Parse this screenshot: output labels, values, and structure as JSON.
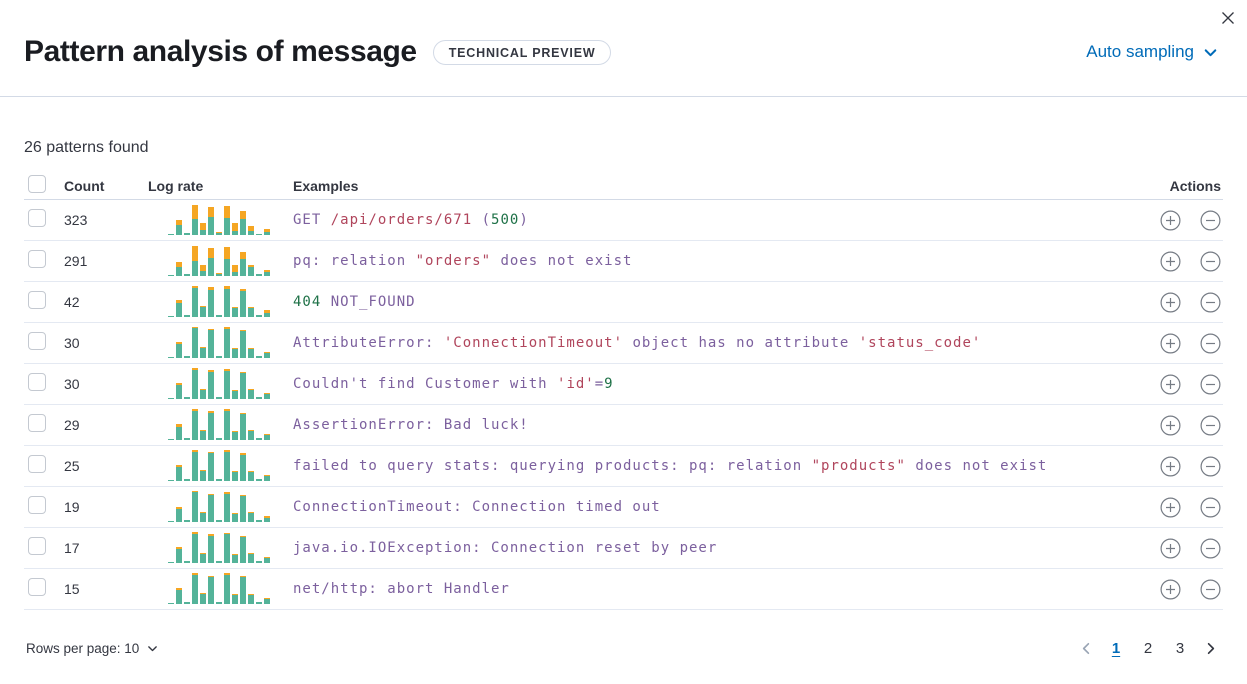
{
  "header": {
    "title": "Pattern analysis of message",
    "badge": "TECHNICAL PREVIEW",
    "sampling_label": "Auto sampling"
  },
  "summary": "26 patterns found",
  "icons": {
    "close-icon": "✕",
    "chevron-down-icon": "⌄",
    "plus-in-circle-icon": "+",
    "minus-in-circle-icon": "−",
    "previous-page-icon": "‹",
    "next-page-icon": "›"
  },
  "colors": {
    "sparkline_teal": "#54B399",
    "sparkline_orange": "#F5A623",
    "code_purple": "#7C609E",
    "code_red": "#B0455C",
    "code_green": "#1E7147",
    "link_blue": "#006BB8",
    "divider": "#D3DAE6"
  },
  "table": {
    "columns": {
      "count": "Count",
      "log_rate": "Log rate",
      "examples": "Examples",
      "actions": "Actions"
    },
    "rows": [
      {
        "count": "323",
        "tokens": [
          {
            "t": "GET ",
            "c": "p"
          },
          {
            "t": "/api/orders/671",
            "c": "r"
          },
          {
            "t": " (",
            "c": "p"
          },
          {
            "t": "500",
            "c": "g"
          },
          {
            "t": ")",
            "c": "p"
          }
        ],
        "bars": [
          [
            0.04,
            0
          ],
          [
            0.3,
            0.16
          ],
          [
            0.05,
            0
          ],
          [
            0.5,
            0.45
          ],
          [
            0.15,
            0.22
          ],
          [
            0.55,
            0.33
          ],
          [
            0.06,
            0.04
          ],
          [
            0.52,
            0.4
          ],
          [
            0.12,
            0.26
          ],
          [
            0.5,
            0.26
          ],
          [
            0.13,
            0.16
          ],
          [
            0.04,
            0
          ],
          [
            0.1,
            0.1
          ]
        ]
      },
      {
        "count": "291",
        "tokens": [
          {
            "t": "pq: relation ",
            "c": "p"
          },
          {
            "t": "\"orders\"",
            "c": "r"
          },
          {
            "t": " does not exist",
            "c": "p"
          }
        ],
        "bars": [
          [
            0.04,
            0
          ],
          [
            0.27,
            0.18
          ],
          [
            0.05,
            0
          ],
          [
            0.48,
            0.46
          ],
          [
            0.17,
            0.18
          ],
          [
            0.57,
            0.3
          ],
          [
            0.06,
            0.03
          ],
          [
            0.54,
            0.36
          ],
          [
            0.11,
            0.24
          ],
          [
            0.52,
            0.24
          ],
          [
            0.28,
            0.06
          ],
          [
            0.05,
            0
          ],
          [
            0.12,
            0.08
          ]
        ]
      },
      {
        "count": "42",
        "tokens": [
          {
            "t": "404",
            "c": "g"
          },
          {
            "t": " NOT_FOUND",
            "c": "p"
          }
        ],
        "bars": [
          [
            0.04,
            0
          ],
          [
            0.44,
            0.09
          ],
          [
            0.05,
            0
          ],
          [
            0.9,
            0.08
          ],
          [
            0.3,
            0.04
          ],
          [
            0.85,
            0.09
          ],
          [
            0.06,
            0
          ],
          [
            0.88,
            0.1
          ],
          [
            0.27,
            0.04
          ],
          [
            0.82,
            0.07
          ],
          [
            0.28,
            0.04
          ],
          [
            0.05,
            0
          ],
          [
            0.14,
            0.07
          ]
        ]
      },
      {
        "count": "30",
        "tokens": [
          {
            "t": "AttributeError: ",
            "c": "p"
          },
          {
            "t": "'ConnectionTimeout'",
            "c": "r"
          },
          {
            "t": " object has no attribute ",
            "c": "p"
          },
          {
            "t": "'status_code'",
            "c": "r"
          }
        ],
        "bars": [
          [
            0.04,
            0
          ],
          [
            0.45,
            0.04
          ],
          [
            0.05,
            0
          ],
          [
            0.93,
            0.03
          ],
          [
            0.3,
            0.02
          ],
          [
            0.86,
            0.04
          ],
          [
            0.06,
            0
          ],
          [
            0.92,
            0.04
          ],
          [
            0.27,
            0.02
          ],
          [
            0.83,
            0.03
          ],
          [
            0.29,
            0.02
          ],
          [
            0.05,
            0
          ],
          [
            0.15,
            0.03
          ]
        ]
      },
      {
        "count": "30",
        "tokens": [
          {
            "t": "Couldn't find Customer with ",
            "c": "p"
          },
          {
            "t": "'id'",
            "c": "r"
          },
          {
            "t": "=",
            "c": "p"
          },
          {
            "t": "9",
            "c": "g"
          }
        ],
        "bars": [
          [
            0.04,
            0
          ],
          [
            0.43,
            0.08
          ],
          [
            0.05,
            0
          ],
          [
            0.91,
            0.06
          ],
          [
            0.29,
            0.03
          ],
          [
            0.85,
            0.05
          ],
          [
            0.06,
            0
          ],
          [
            0.89,
            0.06
          ],
          [
            0.26,
            0.03
          ],
          [
            0.81,
            0.05
          ],
          [
            0.28,
            0.03
          ],
          [
            0.05,
            0
          ],
          [
            0.15,
            0.04
          ]
        ]
      },
      {
        "count": "29",
        "tokens": [
          {
            "t": "AssertionError: Bad luck!",
            "c": "p"
          }
        ],
        "bars": [
          [
            0.04,
            0
          ],
          [
            0.42,
            0.07
          ],
          [
            0.05,
            0
          ],
          [
            0.92,
            0.05
          ],
          [
            0.28,
            0.03
          ],
          [
            0.84,
            0.06
          ],
          [
            0.06,
            0
          ],
          [
            0.9,
            0.06
          ],
          [
            0.26,
            0.03
          ],
          [
            0.8,
            0.04
          ],
          [
            0.27,
            0.03
          ],
          [
            0.05,
            0
          ],
          [
            0.15,
            0.05
          ]
        ]
      },
      {
        "count": "25",
        "tokens": [
          {
            "t": "failed to query stats: querying products: pq: relation ",
            "c": "p"
          },
          {
            "t": "\"products\"",
            "c": "r"
          },
          {
            "t": " does not exist",
            "c": "p"
          }
        ],
        "bars": [
          [
            0.04,
            0
          ],
          [
            0.44,
            0.06
          ],
          [
            0.05,
            0
          ],
          [
            0.9,
            0.06
          ],
          [
            0.3,
            0.03
          ],
          [
            0.86,
            0.05
          ],
          [
            0.06,
            0
          ],
          [
            0.91,
            0.05
          ],
          [
            0.27,
            0.03
          ],
          [
            0.82,
            0.05
          ],
          [
            0.28,
            0.03
          ],
          [
            0.05,
            0
          ],
          [
            0.16,
            0.04
          ]
        ]
      },
      {
        "count": "19",
        "tokens": [
          {
            "t": "ConnectionTimeout: Connection timed out",
            "c": "p"
          }
        ],
        "bars": [
          [
            0.04,
            0
          ],
          [
            0.41,
            0.07
          ],
          [
            0.05,
            0
          ],
          [
            0.93,
            0.04
          ],
          [
            0.29,
            0.03
          ],
          [
            0.83,
            0.06
          ],
          [
            0.06,
            0
          ],
          [
            0.89,
            0.05
          ],
          [
            0.25,
            0.03
          ],
          [
            0.81,
            0.04
          ],
          [
            0.27,
            0.03
          ],
          [
            0.05,
            0
          ],
          [
            0.14,
            0.05
          ]
        ]
      },
      {
        "count": "17",
        "tokens": [
          {
            "t": "java.io.IOException: Connection reset by peer",
            "c": "p"
          }
        ],
        "bars": [
          [
            0.04,
            0
          ],
          [
            0.43,
            0.06
          ],
          [
            0.05,
            0
          ],
          [
            0.91,
            0.05
          ],
          [
            0.28,
            0.03
          ],
          [
            0.85,
            0.06
          ],
          [
            0.06,
            0
          ],
          [
            0.9,
            0.05
          ],
          [
            0.26,
            0.03
          ],
          [
            0.82,
            0.04
          ],
          [
            0.28,
            0.03
          ],
          [
            0.05,
            0
          ],
          [
            0.15,
            0.04
          ]
        ]
      },
      {
        "count": "15",
        "tokens": [
          {
            "t": "net/http: abort Handler",
            "c": "p"
          }
        ],
        "bars": [
          [
            0.04,
            0
          ],
          [
            0.45,
            0.06
          ],
          [
            0.05,
            0
          ],
          [
            0.92,
            0.05
          ],
          [
            0.3,
            0.03
          ],
          [
            0.84,
            0.05
          ],
          [
            0.06,
            0
          ],
          [
            0.91,
            0.06
          ],
          [
            0.27,
            0.03
          ],
          [
            0.83,
            0.04
          ],
          [
            0.28,
            0.03
          ],
          [
            0.05,
            0
          ],
          [
            0.16,
            0.04
          ]
        ]
      }
    ]
  },
  "footer": {
    "rows_per_page": "Rows per page: 10",
    "pages": [
      "1",
      "2",
      "3"
    ],
    "active_page": "1"
  }
}
